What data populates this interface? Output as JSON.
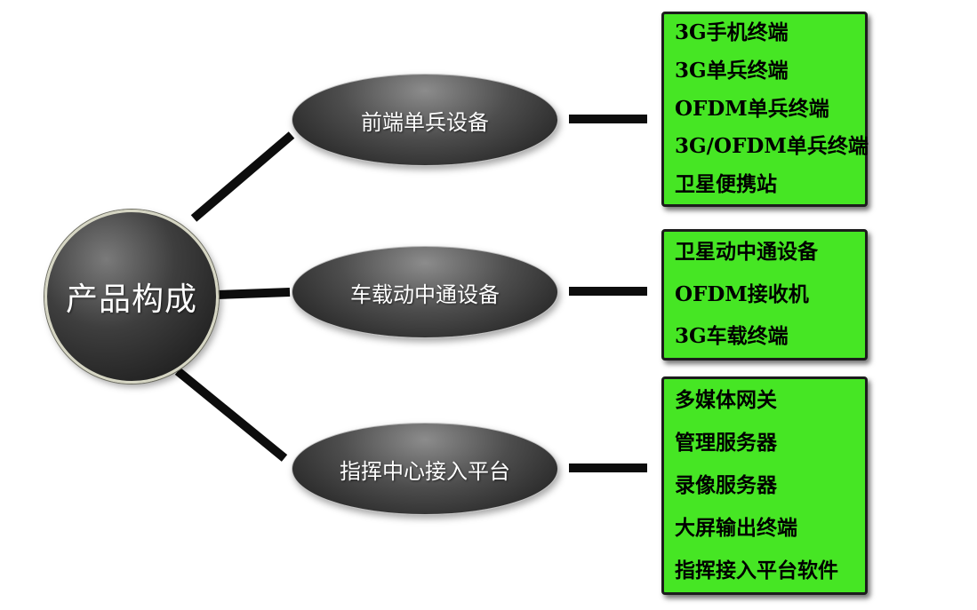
{
  "root": {
    "label": "产品构成"
  },
  "branches": [
    {
      "label": "前端单兵设备",
      "items": [
        "3G手机终端",
        "3G单兵终端",
        "OFDM单兵终端",
        "3G/OFDM单兵终端",
        "卫星便携站"
      ]
    },
    {
      "label": "车载动中通设备",
      "items": [
        "卫星动中通设备",
        "OFDM接收机",
        "3G车载终端"
      ]
    },
    {
      "label": "指挥中心接入平台",
      "items": [
        "多媒体网关",
        "管理服务器",
        "录像服务器",
        "大屏输出终端",
        "指挥接入平台软件"
      ]
    }
  ],
  "colors": {
    "leaf_fill": "#46e624",
    "node_dark": "#1a1a1a",
    "connector": "#0d0d0d"
  }
}
